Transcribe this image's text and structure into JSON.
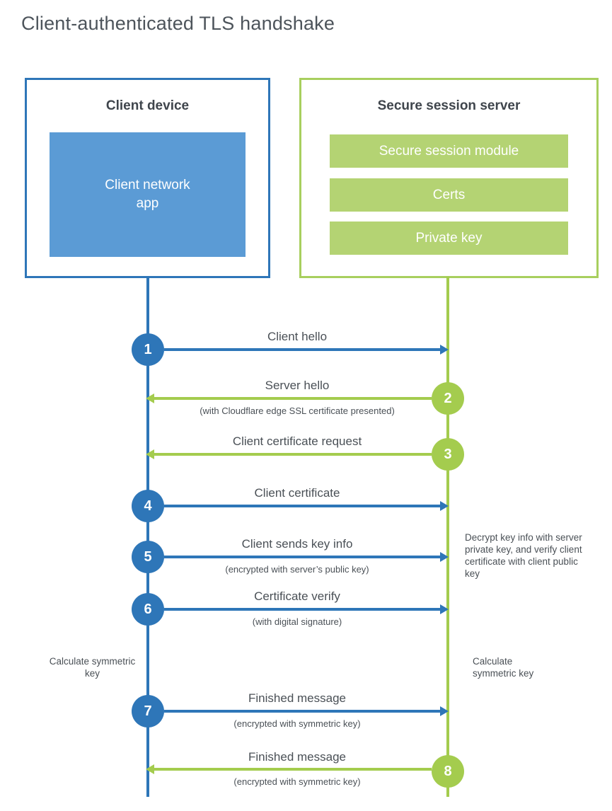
{
  "title": "Client-authenticated TLS handshake",
  "client": {
    "title": "Client device",
    "app_label": "Client network app"
  },
  "server": {
    "title": "Secure session server",
    "modules": [
      "Secure session module",
      "Certs",
      "Private key"
    ]
  },
  "steps": [
    {
      "num": "1",
      "direction": "client-to-server",
      "label": "Client hello",
      "sub": ""
    },
    {
      "num": "2",
      "direction": "server-to-client",
      "label": "Server hello",
      "sub": "(with Cloudflare edge SSL certificate presented)"
    },
    {
      "num": "3",
      "direction": "server-to-client",
      "label": "Client certificate request",
      "sub": ""
    },
    {
      "num": "4",
      "direction": "client-to-server",
      "label": "Client certificate",
      "sub": ""
    },
    {
      "num": "5",
      "direction": "client-to-server",
      "label": "Client sends key info",
      "sub": "(encrypted with server’s public key)"
    },
    {
      "num": "6",
      "direction": "client-to-server",
      "label": "Certificate verify",
      "sub": "(with digital signature)"
    },
    {
      "num": "7",
      "direction": "client-to-server",
      "label": "Finished message",
      "sub": "(encrypted with symmetric key)"
    },
    {
      "num": "8",
      "direction": "server-to-client",
      "label": "Finished message",
      "sub": "(encrypted with symmetric key)"
    }
  ],
  "notes": {
    "decrypt_note": "Decrypt key info with server private key, and verify client certificate with client public key",
    "calculate_left": "Calculate symmetric key",
    "calculate_right": "Calculate symmetric key"
  },
  "colors": {
    "blue": "#2e76b8",
    "blue_fill": "#5b9bd5",
    "green": "#a4cc4e",
    "green_fill": "#b4d373",
    "text": "#4a5056"
  }
}
